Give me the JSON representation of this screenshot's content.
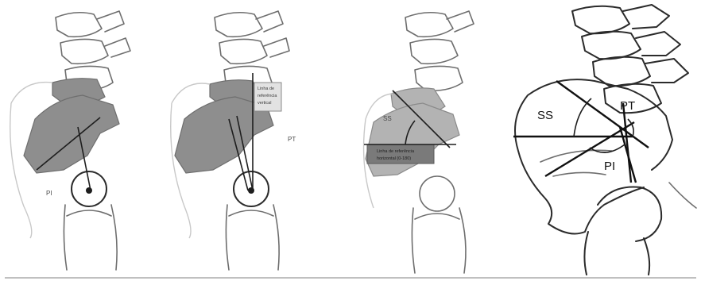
{
  "panels": [
    {
      "id": "pelvic-incidence-sketch",
      "labels": {
        "bottom_left": "PI"
      }
    },
    {
      "id": "pelvic-tilt-sketch",
      "labels": {
        "right": "PT",
        "box_lines": [
          "Linha de",
          "referência",
          "vertical"
        ]
      }
    },
    {
      "id": "sacral-slope-sketch",
      "labels": {
        "angle": "SS",
        "box_lines": [
          "Linha de referência",
          "horizontal (0-180)"
        ]
      }
    },
    {
      "id": "combined-parameters-sketch",
      "labels": {
        "ss": "SS",
        "pt": "PT",
        "pi": "PI"
      }
    }
  ],
  "colors": {
    "bone_shade": "#8e8e8e",
    "outline": "#6e6e6e",
    "line": "#1e1e1e",
    "box": "#7a7a7a"
  }
}
